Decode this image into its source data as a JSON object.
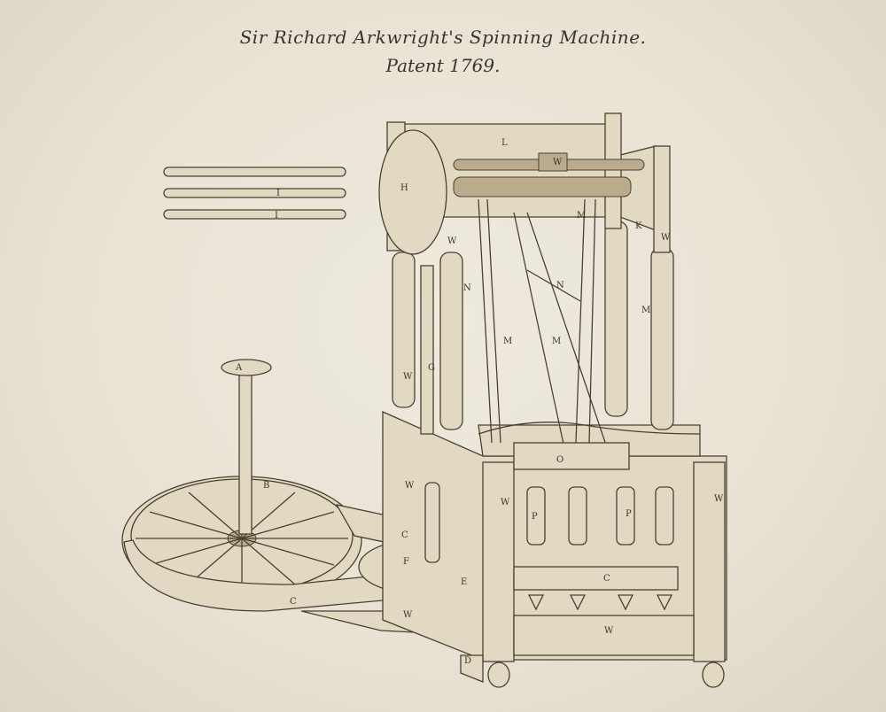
{
  "plate": {
    "title": "Sir Richard Arkwright's Spinning Machine.",
    "subtitle": "Patent 1769.",
    "ink_color": "#4a4031",
    "paper_color": "#e9e3d6"
  },
  "labels": [
    "H",
    "W",
    "W",
    "W",
    "W",
    "W",
    "W",
    "W",
    "W",
    "W",
    "A",
    "B",
    "C",
    "C",
    "C",
    "F",
    "E",
    "D",
    "O",
    "P",
    "P",
    "K",
    "M",
    "M",
    "M",
    "M",
    "N",
    "N",
    "G",
    "I",
    "I",
    "L"
  ]
}
